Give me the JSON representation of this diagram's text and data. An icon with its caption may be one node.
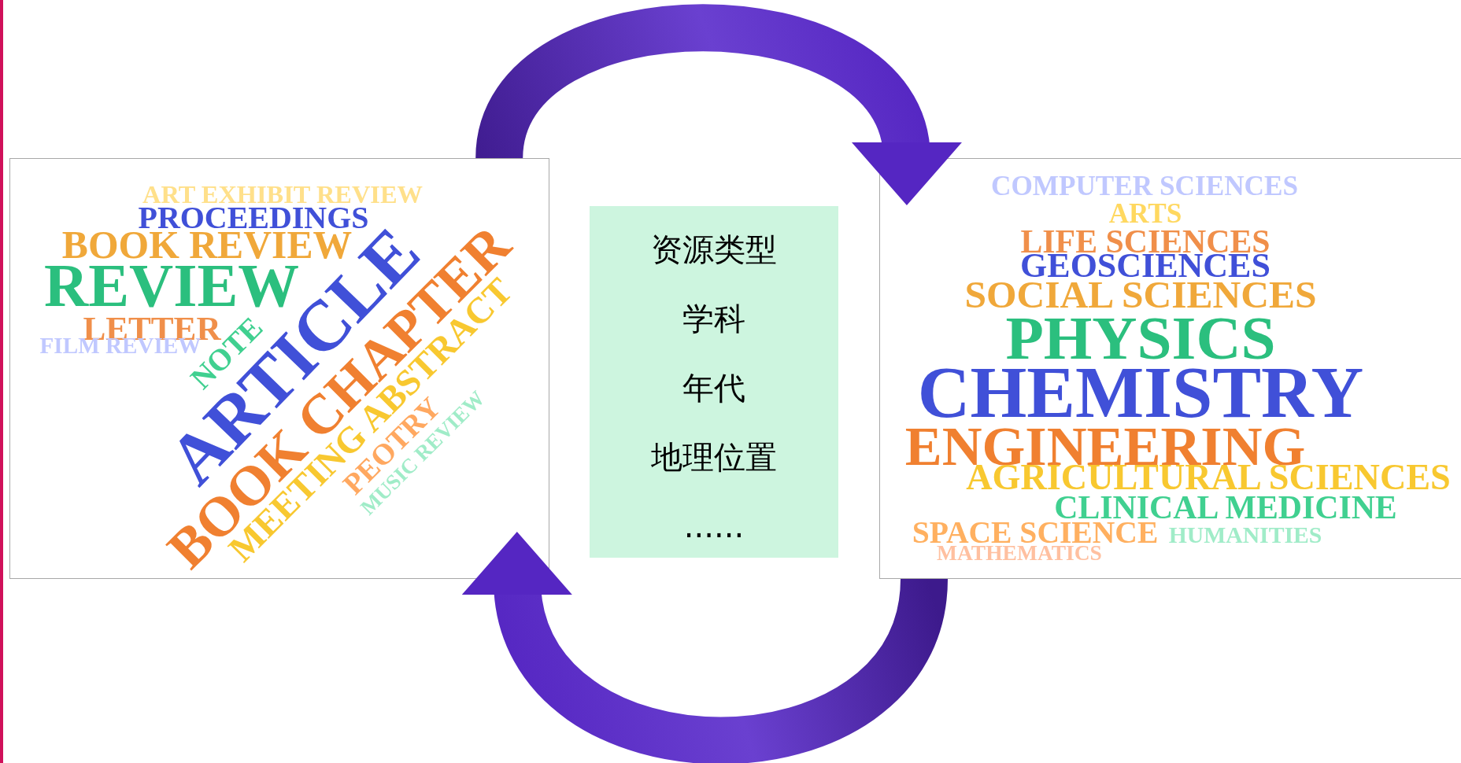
{
  "diagram": {
    "nodes": [
      {
        "text": [
          "ART EXHIBIT REVIEW",
          "PROCEEDINGS",
          "BOOK REVIEW",
          "REVIEW",
          "LETTER",
          "FILM REVIEW",
          "NOTE",
          "ARTICLE",
          "BOOK CHAPTER",
          "MEETING ABSTRACT",
          "PEOTRY",
          "MUSIC REVIEW"
        ]
      },
      {
        "text": [
          "资源类型",
          "学科",
          "年代",
          "地理位置",
          "......"
        ]
      },
      {
        "text": [
          "COMPUTER SCIENCES",
          "ARTS",
          "LIFE SCIENCES",
          "GEOSCIENCES",
          "SOCIAL SCIENCES",
          "PHYSICS",
          "CHEMISTRY",
          "ENGINEERING",
          "AGRICULTURAL SCIENCES",
          "CLINICAL MEDICINE",
          "SPACE SCIENCE",
          "HUMANITIES",
          "MATHEMATICS"
        ]
      }
    ],
    "edges": [
      {
        "from": 0,
        "to": 2,
        "arrow": "to"
      },
      {
        "from": 2,
        "to": 0,
        "arrow": "to"
      }
    ]
  }
}
